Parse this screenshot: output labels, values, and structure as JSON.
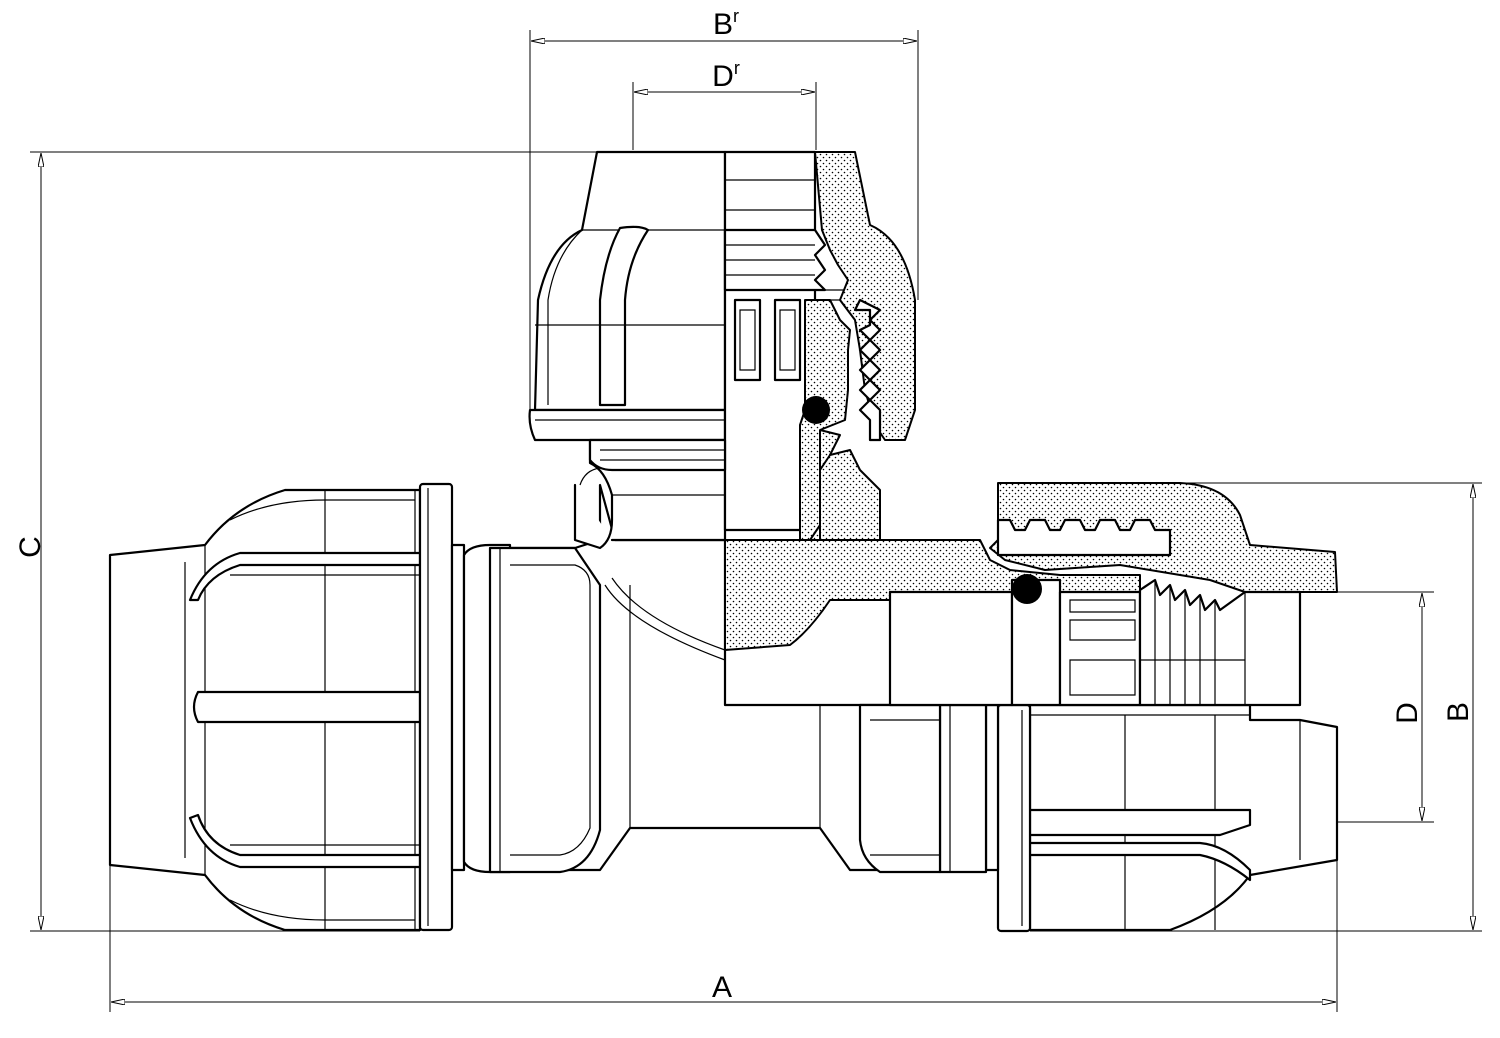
{
  "drawing": {
    "dimensions": {
      "A": "A",
      "B": "B",
      "C": "C",
      "D": "D",
      "B_branch_main": "B",
      "B_branch_sup": "r",
      "D_branch_main": "D",
      "D_branch_sup": "r"
    },
    "colors": {
      "line": "#000000",
      "background": "#ffffff",
      "section_dots": "#000000"
    }
  }
}
